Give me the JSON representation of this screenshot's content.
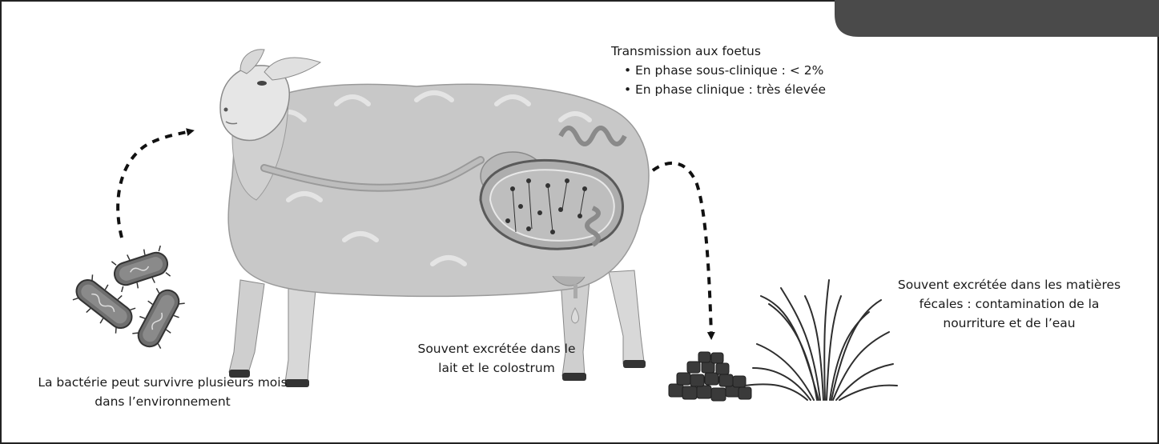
{
  "transmission": {
    "title": "Transmission aux foetus",
    "items": [
      "En phase sous-clinique : < 2%",
      "En phase clinique : très élevée"
    ]
  },
  "labels": {
    "bacteria_line1": "La bactérie peut survivre plusieurs mois",
    "bacteria_line2": "dans l’environnement",
    "milk_line1": "Souvent excrétée dans le",
    "milk_line2": "lait et le colostrum",
    "feces_line1": "Souvent excrétée dans les matières",
    "feces_line2": "fécales : contamination de la",
    "feces_line3": "nourriture et de l’eau"
  },
  "colors": {
    "sheep_body": "#c8c8c8",
    "sheep_face": "#e6e6e6",
    "bacteria": "#6e6e6e",
    "arrow": "#111111",
    "feces": "#3a3a3a",
    "grass": "#2e2e2e",
    "corner_tab": "#4a4a4a"
  }
}
